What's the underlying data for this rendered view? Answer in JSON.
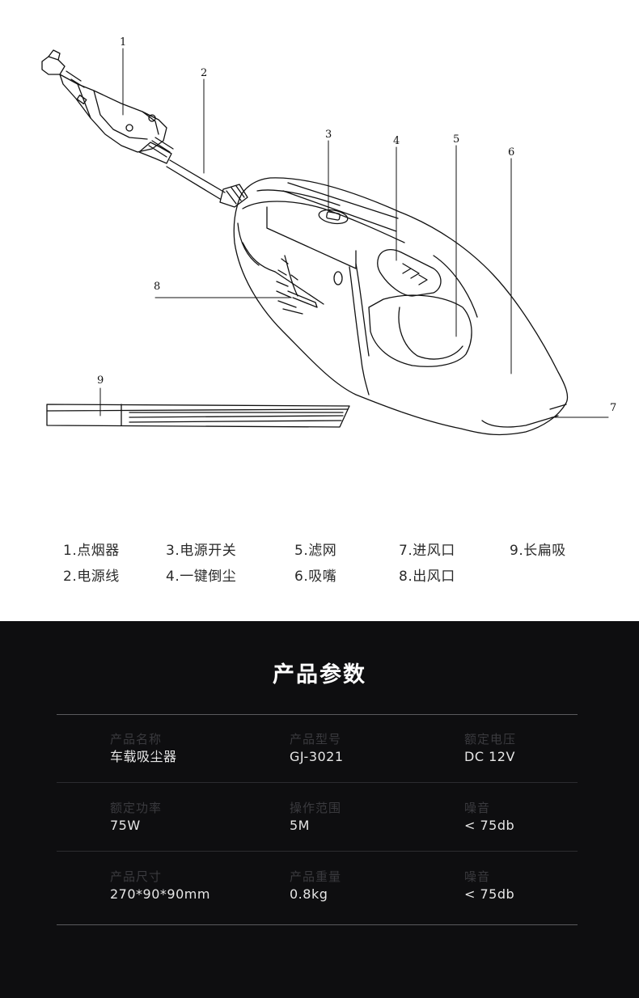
{
  "diagram": {
    "callouts": [
      "1",
      "2",
      "3",
      "4",
      "5",
      "6",
      "7",
      "8",
      "9"
    ]
  },
  "legend": [
    "1.点烟器",
    "3.电源开关",
    "5.滤网",
    "7.进风口",
    "9.长扁吸",
    "2.电源线",
    "4.一键倒尘",
    "6.吸嘴",
    "8.出风口"
  ],
  "specs": {
    "title": "产品参数",
    "rows": [
      [
        {
          "label": "产品名称",
          "value": "车载吸尘器"
        },
        {
          "label": "产品型号",
          "value": "GJ-3021"
        },
        {
          "label": "额定电压",
          "value": "DC 12V"
        }
      ],
      [
        {
          "label": "额定功率",
          "value": "75W"
        },
        {
          "label": "操作范围",
          "value": "5M"
        },
        {
          "label": "噪音",
          "value": "< 75db"
        }
      ],
      [
        {
          "label": "产品尺寸",
          "value": "270*90*90mm"
        },
        {
          "label": "产品重量",
          "value": "0.8kg"
        },
        {
          "label": "噪音",
          "value": "< 75db"
        }
      ]
    ]
  },
  "colors": {
    "spec_background": "#0e0e10",
    "divider": "#5a5a5e",
    "label": "#3a3a3e",
    "value": "#e6e6e6"
  }
}
